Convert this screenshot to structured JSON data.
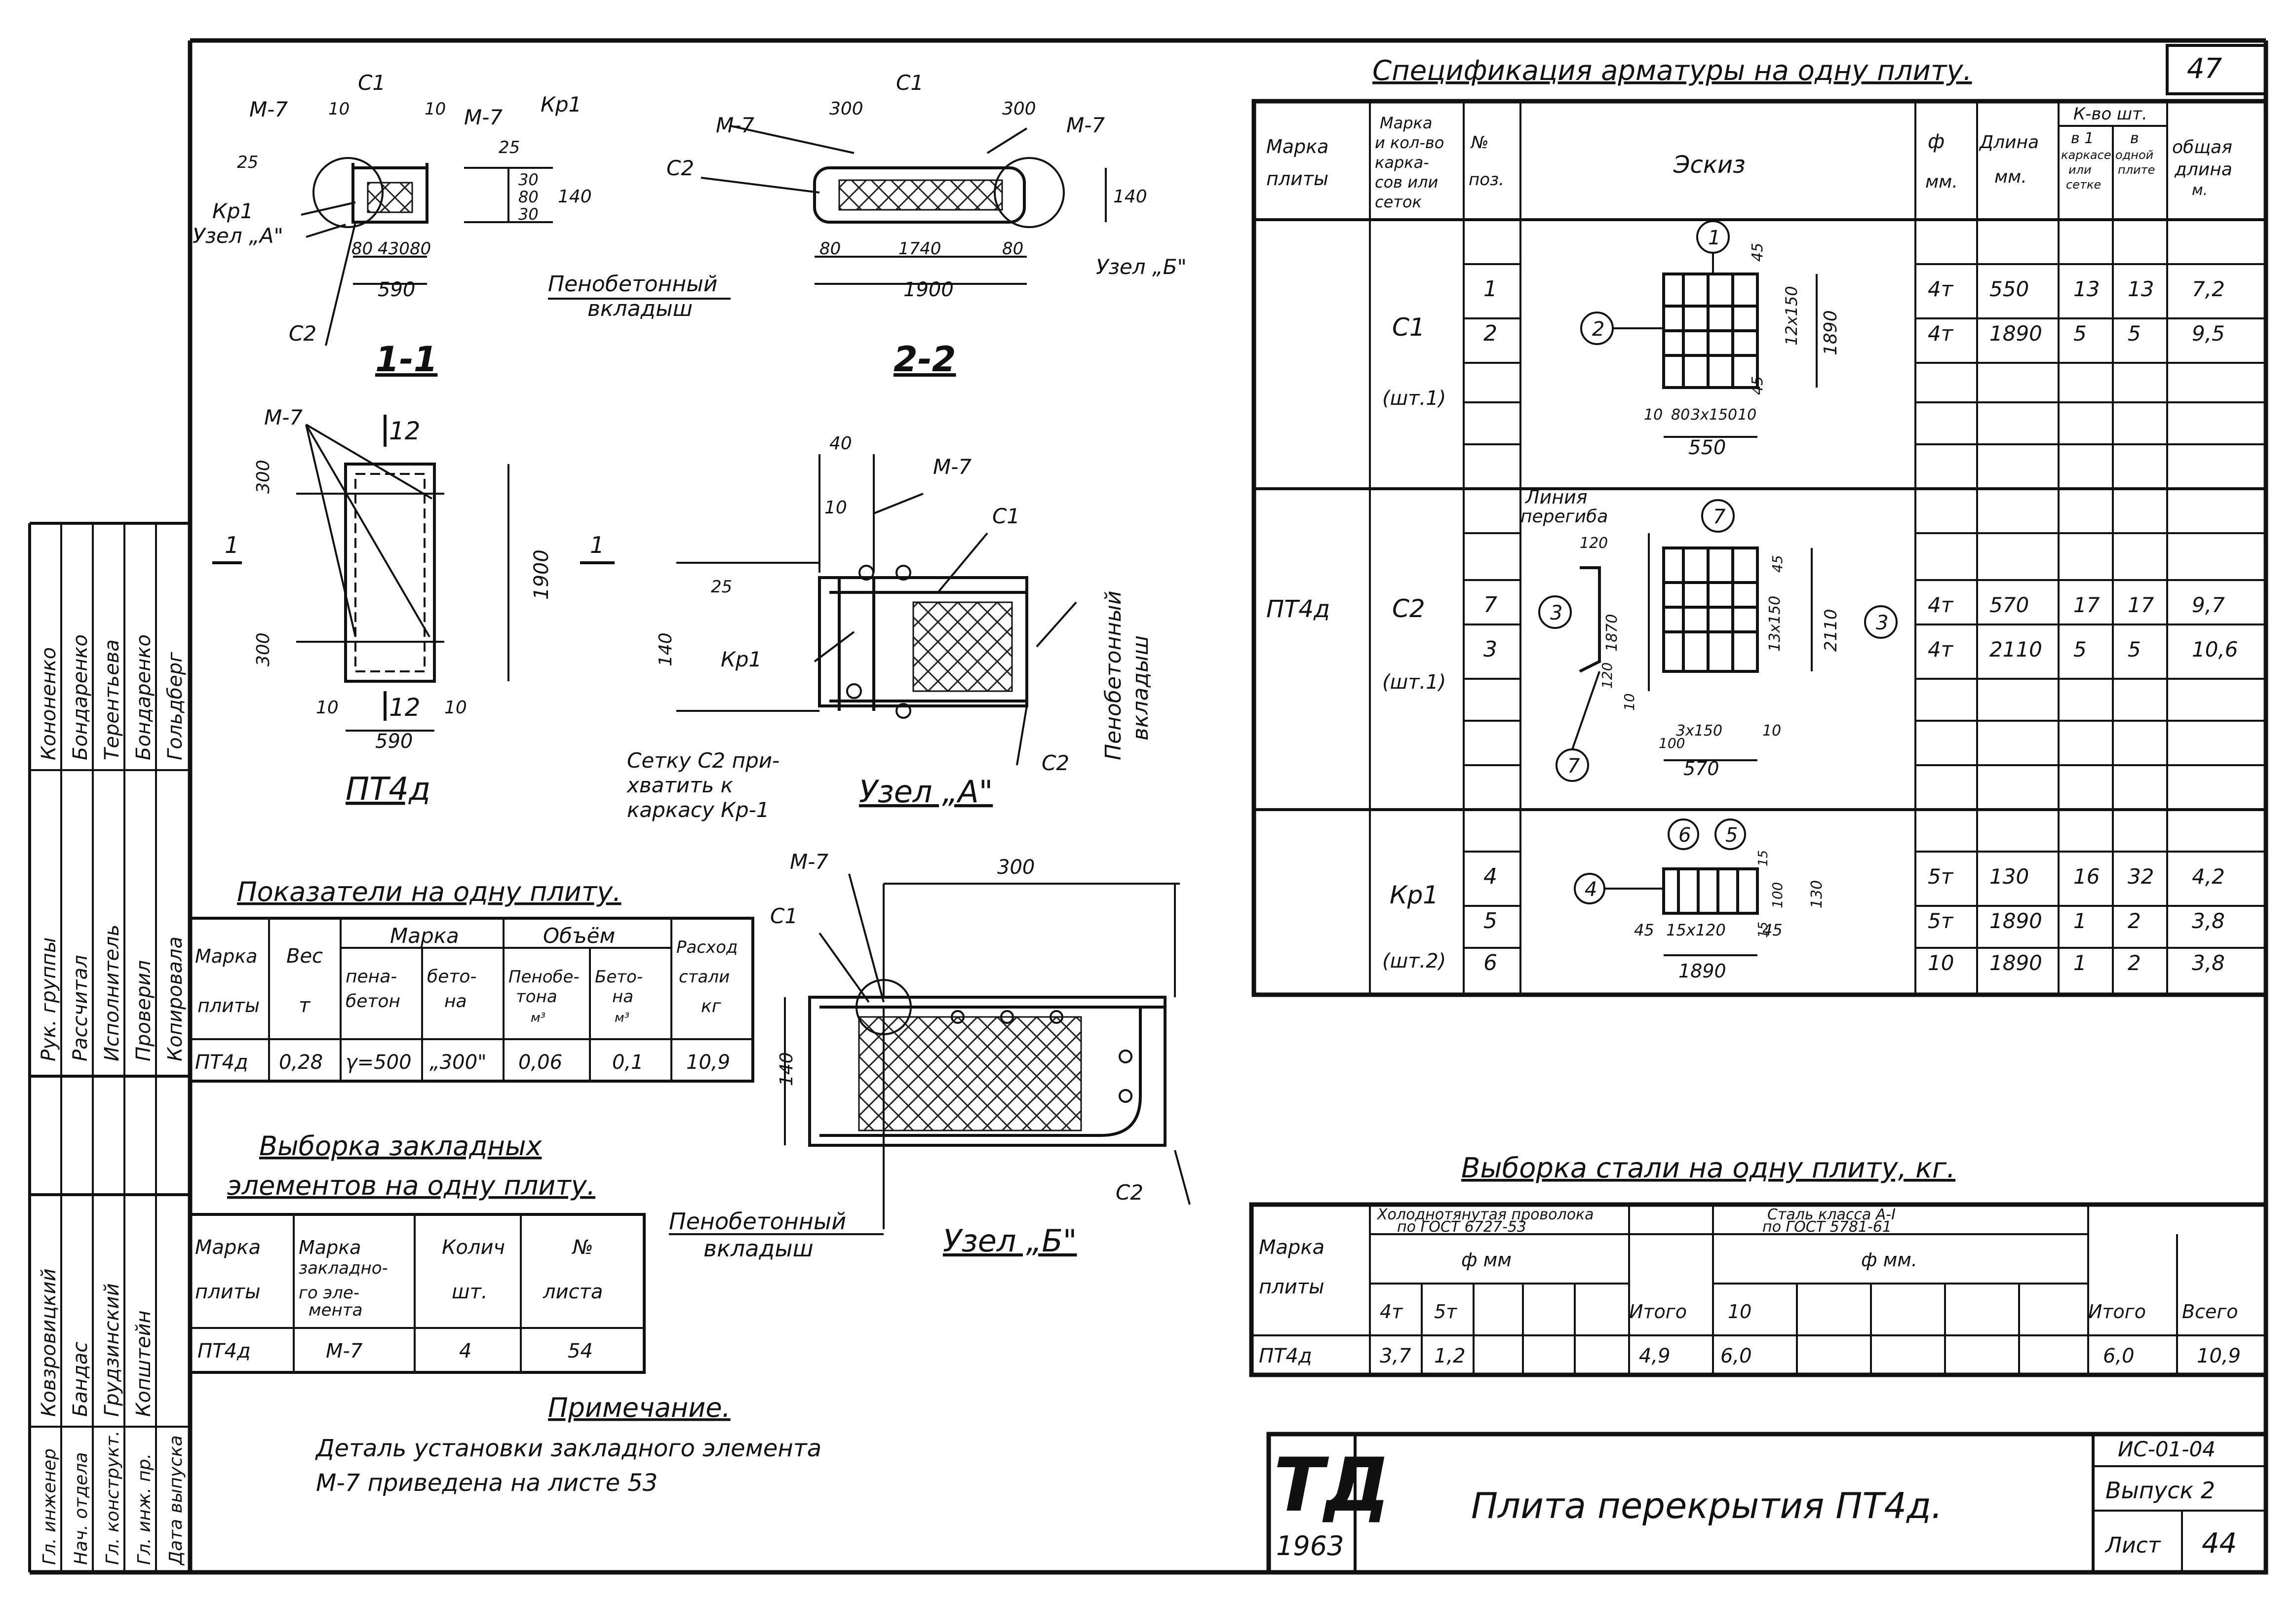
{
  "sheet_number": "47",
  "spec_table": {
    "title": "Спецификация арматуры на одну плиту.",
    "headers": {
      "marka": [
        "Марка",
        "плиты"
      ],
      "karkas": [
        "Марка",
        "и кол-во",
        "карка-",
        "сов или",
        "сеток"
      ],
      "poz": [
        "№",
        "поз."
      ],
      "eskiz": "Эскиз",
      "d": [
        "ф",
        "мм."
      ],
      "length": [
        "Длина",
        "мм."
      ],
      "qty": "К-во шт.",
      "qty_karkas": [
        "в 1",
        "каркасе",
        "или",
        "сетке"
      ],
      "qty_plate": [
        "в",
        "одной",
        "плите"
      ],
      "total": [
        "общая",
        "длина",
        "м."
      ]
    },
    "plate": "ПТ4д",
    "groups": [
      {
        "name": "С1",
        "count": "(шт.1)"
      },
      {
        "name": "С2",
        "count": "(шт.1)"
      },
      {
        "name": "Кр1",
        "count": "(шт.2)"
      }
    ],
    "rows": [
      {
        "poz": "1",
        "d": "4т",
        "len": "550",
        "k1": "13",
        "k2": "13",
        "tot": "7,2"
      },
      {
        "poz": "2",
        "d": "4т",
        "len": "1890",
        "k1": "5",
        "k2": "5",
        "tot": "9,5"
      },
      {
        "poz": "7",
        "d": "4т",
        "len": "570",
        "k1": "17",
        "k2": "17",
        "tot": "9,7"
      },
      {
        "poz": "3",
        "d": "4т",
        "len": "2110",
        "k1": "5",
        "k2": "5",
        "tot": "10,6"
      },
      {
        "poz": "4",
        "d": "5т",
        "len": "130",
        "k1": "16",
        "k2": "32",
        "tot": "4,2"
      },
      {
        "poz": "5",
        "d": "5т",
        "len": "1890",
        "k1": "1",
        "k2": "2",
        "tot": "3,8"
      },
      {
        "poz": "6",
        "d": "10",
        "len": "1890",
        "k1": "1",
        "k2": "2",
        "tot": "3,8"
      }
    ],
    "sketch_labels": {
      "c1_dims": [
        "45",
        "12х150",
        "45",
        "1890",
        "10",
        "80",
        "3х150",
        "10",
        "550"
      ],
      "c2_dims": [
        "Линия",
        "перегиба",
        "120",
        "1870",
        "120",
        "10",
        "3х150",
        "10",
        "100",
        "570",
        "2110",
        "13х150",
        "45"
      ],
      "kr_dims": [
        "45",
        "15х120",
        "45",
        "1890",
        "100",
        "130",
        "15",
        "15"
      ],
      "circles": [
        "1",
        "2",
        "7",
        "3",
        "3",
        "7",
        "6",
        "5",
        "4"
      ]
    }
  },
  "sections": {
    "s11": {
      "label": "1-1",
      "texts": [
        "С1",
        "М-7",
        "М-7",
        "Кр1",
        "10",
        "10",
        "25",
        "25",
        "Кр1",
        "Узел „А\"",
        "80",
        "430",
        "80",
        "590",
        "С2",
        "30",
        "80",
        "30",
        "140"
      ]
    },
    "s22": {
      "label": "2-2",
      "texts": [
        "С1",
        "300",
        "300",
        "М-7",
        "М-7",
        "С2",
        "80",
        "1740",
        "80",
        "1900",
        "140",
        "Узел „Б\""
      ]
    },
    "foam_label": [
      "Пенобетонный",
      "вкладыш"
    ],
    "plan": {
      "label": "ПТ4д",
      "texts": [
        "М-7",
        "12",
        "12",
        "300",
        "300",
        "1900",
        "10",
        "590",
        "10",
        "1",
        "1"
      ]
    },
    "nodeA": {
      "label": "Узел „А\"",
      "texts": [
        "40",
        "10",
        "М-7",
        "С1",
        "25",
        "140",
        "Кр1",
        "С2"
      ],
      "note": [
        "Сетку С2 при-",
        "хватить к",
        "каркасу Кр-1"
      ],
      "foam": [
        "Пенобетонный",
        "вкладыш"
      ]
    },
    "nodeB": {
      "label": "Узел „Б\"",
      "texts": [
        "М-7",
        "300",
        "С1",
        "140",
        "С2"
      ],
      "foam": [
        "Пенобетонный",
        "вкладыш"
      ]
    }
  },
  "indicators": {
    "title": "Показатели на одну плиту.",
    "headers": [
      "Марка",
      "плиты",
      "Вес",
      "т",
      "Марка",
      "пена-",
      "бетон",
      "бето-",
      "на",
      "Объём",
      "Пенобе-",
      "тона",
      "м³",
      "Бето-",
      "на",
      "м³",
      "Расход",
      "стали",
      "кг"
    ],
    "row": [
      "ПТ4д",
      "0,28",
      "γ=500",
      "„300\"",
      "0,06",
      "0,1",
      "10,9"
    ]
  },
  "embedded": {
    "title": [
      "Выборка закладных",
      "элементов на одну плиту."
    ],
    "headers": [
      "Марка",
      "плиты",
      "Марка",
      "закладно-",
      "го эле-",
      "мента",
      "Колич",
      "шт.",
      "№",
      "листа"
    ],
    "row": [
      "ПТ4д",
      "М-7",
      "4",
      "54"
    ]
  },
  "note": {
    "title": "Примечание.",
    "lines": [
      "Деталь установки закладного элемента",
      "М-7 приведена на листе 53"
    ]
  },
  "steel": {
    "title": "Выборка стали на одну плиту, кг.",
    "headers": {
      "marka": [
        "Марка",
        "плиты"
      ],
      "cold": [
        "Холоднотянутая проволока",
        "по ГОСТ 6727-53"
      ],
      "steel_class": [
        "Сталь класса А-I",
        "по ГОСТ 5781-61"
      ],
      "d": "ф мм",
      "d2": "ф мм.",
      "c1": "4т",
      "c2": "5т",
      "itogo": "Итого",
      "c3": "10",
      "itogo2": "Итого",
      "vsego": "Всего"
    },
    "row": [
      "ПТ4д",
      "3,7",
      "1,2",
      "4,9",
      "6,0",
      "6,0",
      "10,9"
    ]
  },
  "stamp": {
    "logo": "ТД",
    "year": "1963",
    "title": "Плита перекрытия ПТ4д.",
    "code": "ИС-01-04",
    "issue": "Выпуск 2",
    "sheet_label": "Лист",
    "sheet_no": "44"
  },
  "sidebar": {
    "upper_roles": [
      "Рук. группы",
      "Рассчитал",
      "Исполнитель",
      "Проверил",
      "Копировала"
    ],
    "upper_names": [
      "Кононенко",
      "Бондаренко",
      "Терентьева",
      "Бондаренко",
      "Гольдберг"
    ],
    "lower_roles": [
      "Гл. инженер",
      "Нач. отдела",
      "Гл. конструкт.",
      "Гл. инж. пр.",
      "Дата выпуска"
    ],
    "lower_names": [
      "Ковзровицкий",
      "Бандас",
      "Грудзинский",
      "Копштейн",
      ""
    ]
  },
  "colors": {
    "ink": "#111111",
    "paper": "#ffffff",
    "hatch": "#222222"
  }
}
